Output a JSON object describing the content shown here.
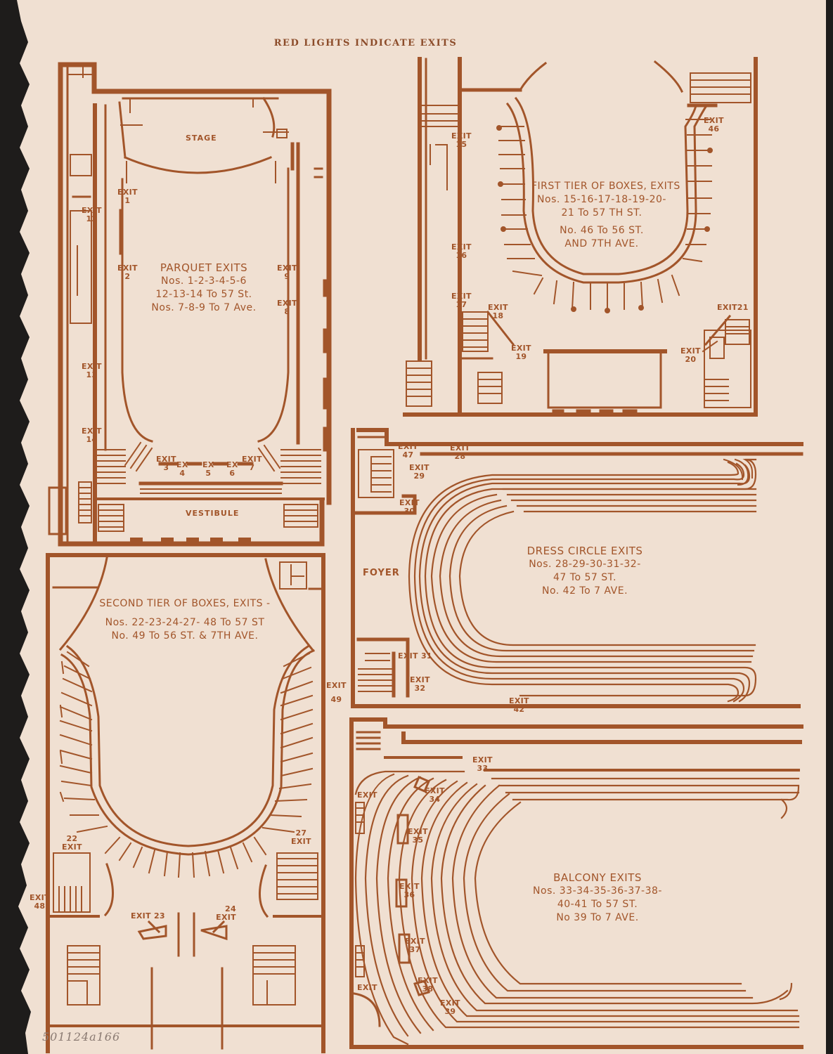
{
  "heading": "RED LIGHTS INDICATE EXITS",
  "catalog_note": "501124a166",
  "colors": {
    "ink": "#a2552a",
    "paper": "#f0e0d2",
    "background": "#1e1c1b"
  },
  "parquet": {
    "room_stage": "STAGE",
    "room_vestibule": "VESTIBULE",
    "title": "PARQUET EXITS",
    "lines": [
      "Nos. 1-2-3-4-5-6",
      "12-13-14 To 57 St.",
      "Nos. 7-8-9 To 7 Ave."
    ],
    "exits": [
      {
        "label": "EXIT",
        "num": "1"
      },
      {
        "label": "EXIT",
        "num": "2"
      },
      {
        "label": "EXIT",
        "num": "12"
      },
      {
        "label": "EXIT",
        "num": "13"
      },
      {
        "label": "EXIT",
        "num": "14"
      },
      {
        "label": "EXIT",
        "num": "9"
      },
      {
        "label": "EXIT",
        "num": "8"
      },
      {
        "label": "EXIT",
        "num": "3"
      },
      {
        "label": "EX",
        "num": "4"
      },
      {
        "label": "EX",
        "num": "5"
      },
      {
        "label": "EX",
        "num": "6"
      },
      {
        "label": "EXIT",
        "num": "7"
      }
    ]
  },
  "first_tier": {
    "title": "FIRST TIER OF BOXES, EXITS",
    "lines": [
      "Nos. 15-16-17-18-19-20-",
      "21 To 57 TH ST.",
      "No. 46 To 56 ST.",
      "AND 7TH AVE."
    ],
    "exits": [
      {
        "label": "EXIT",
        "num": "15"
      },
      {
        "label": "EXIT",
        "num": "16"
      },
      {
        "label": "EXIT",
        "num": "17"
      },
      {
        "label": "EXIT",
        "num": "18"
      },
      {
        "label": "EXIT",
        "num": "19"
      },
      {
        "label": "EXIT",
        "num": "46"
      },
      {
        "label": "EXIT",
        "num": "21"
      },
      {
        "label": "EXIT",
        "num": "20"
      }
    ]
  },
  "second_tier": {
    "title": "SECOND TIER OF BOXES, EXITS -",
    "lines": [
      "Nos. 22-23-24-27- 48 To 57 ST",
      "No. 49 To 56 ST. & 7TH AVE."
    ],
    "exits": [
      {
        "label": "EXIT",
        "num": "49"
      },
      {
        "label": "EXIT",
        "num": "22"
      },
      {
        "label": "EXIT",
        "num": "27"
      },
      {
        "label": "EXIT",
        "num": "48"
      },
      {
        "label": "EXIT",
        "num": "23"
      },
      {
        "label": "EXIT",
        "num": "24"
      }
    ]
  },
  "dress_circle": {
    "room_foyer": "FOYER",
    "title": "DRESS CIRCLE EXITS",
    "lines": [
      "Nos. 28-29-30-31-32-",
      "47 To 57 ST.",
      "No. 42 To 7 AVE."
    ],
    "exits": [
      {
        "label": "EXIT",
        "num": "47"
      },
      {
        "label": "EXIT",
        "num": "28"
      },
      {
        "label": "EXIT",
        "num": "29"
      },
      {
        "label": "EXIT",
        "num": "30"
      },
      {
        "label": "EXIT",
        "num": "31"
      },
      {
        "label": "EXIT",
        "num": "32"
      },
      {
        "label": "EXIT",
        "num": "42"
      }
    ]
  },
  "balcony": {
    "title": "BALCONY EXITS",
    "lines": [
      "Nos. 33-34-35-36-37-38-",
      "40-41 To 57 ST.",
      "No 39 To 7 AVE."
    ],
    "exits": [
      {
        "label": "EXIT",
        "num": "33"
      },
      {
        "label": "EXIT",
        "num": ""
      },
      {
        "label": "EXIT",
        "num": "34"
      },
      {
        "label": "EXIT",
        "num": "35"
      },
      {
        "label": "EXIT",
        "num": "36"
      },
      {
        "label": "EXIT",
        "num": "37"
      },
      {
        "label": "EXIT",
        "num": "38"
      },
      {
        "label": "EXIT",
        "num": ""
      },
      {
        "label": "EXIT",
        "num": "39"
      }
    ]
  }
}
